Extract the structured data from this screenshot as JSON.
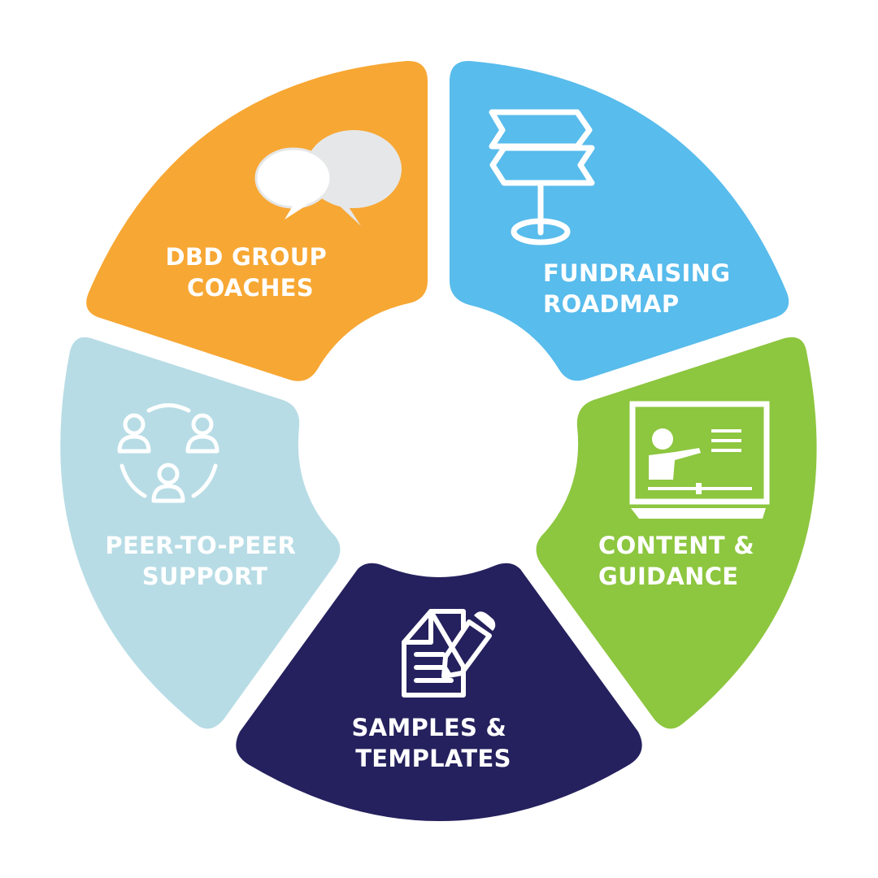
{
  "diagram": {
    "segments": [
      {
        "id": "dbd-group-coaches",
        "lines": [
          "DBD GROUP",
          "COACHES"
        ],
        "color": "#F7A733",
        "icon": "speech-bubbles-icon"
      },
      {
        "id": "fundraising-roadmap",
        "lines": [
          "FUNDRAISING",
          "ROADMAP"
        ],
        "color": "#58BCEC",
        "icon": "signpost-icon"
      },
      {
        "id": "content-guidance",
        "lines": [
          "CONTENT &",
          "GUIDANCE"
        ],
        "color": "#8DC63F",
        "icon": "presentation-screen-icon"
      },
      {
        "id": "samples-templates",
        "lines": [
          "SAMPLES &",
          "TEMPLATES"
        ],
        "color": "#25215E",
        "icon": "document-pencil-icon"
      },
      {
        "id": "peer-to-peer-support",
        "lines": [
          "PEER-TO-PEER",
          "SUPPORT"
        ],
        "color": "#B7DCE5",
        "icon": "people-circle-icon"
      }
    ]
  }
}
